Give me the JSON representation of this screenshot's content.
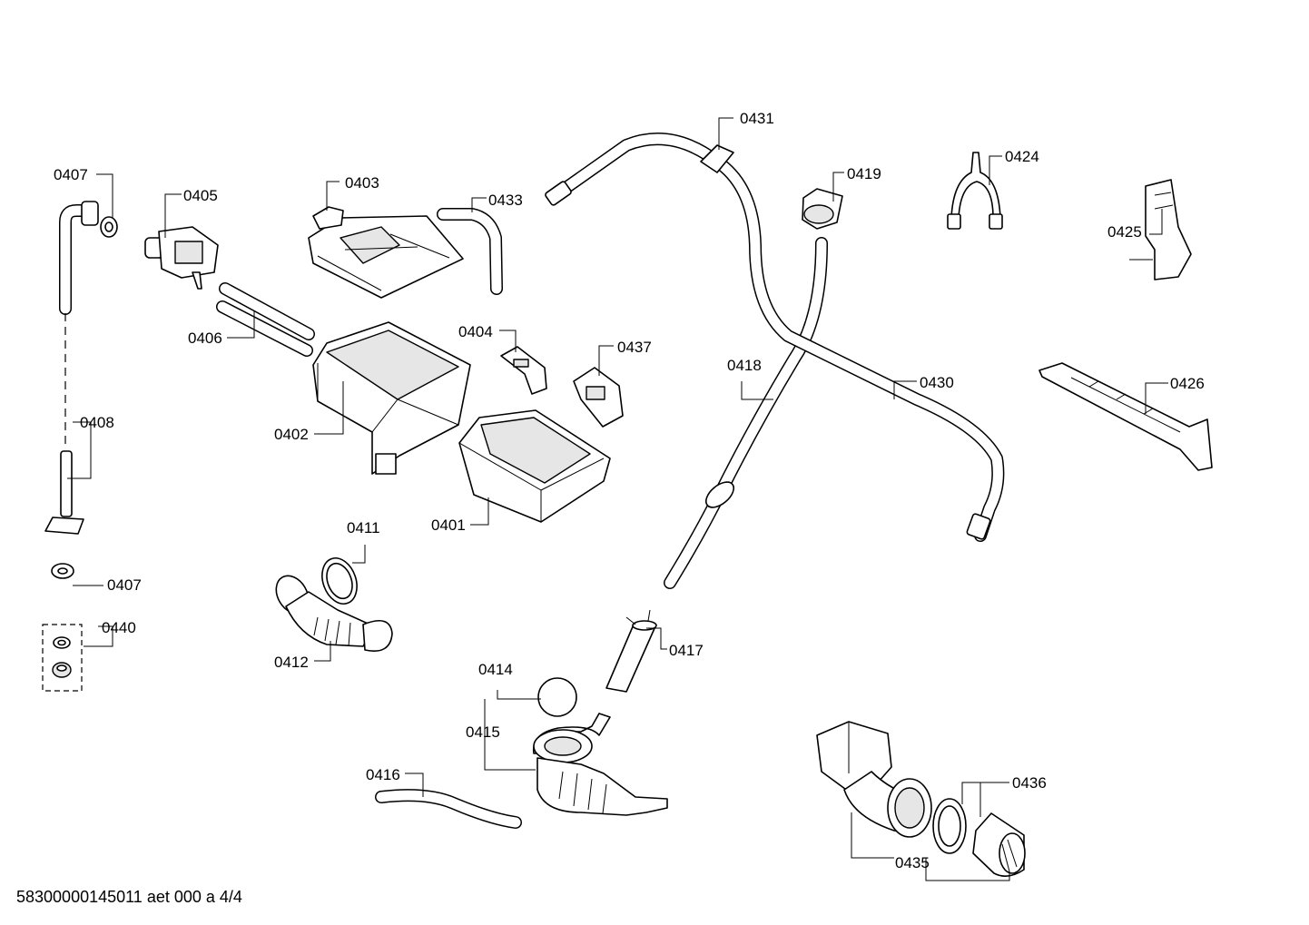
{
  "diagram": {
    "labels": {
      "l0407a": "0407",
      "l0405": "0405",
      "l0403": "0403",
      "l0433": "0433",
      "l0431": "0431",
      "l0419": "0419",
      "l0424": "0424",
      "l0425": "0425",
      "l0406": "0406",
      "l0404": "0404",
      "l0437": "0437",
      "l0418": "0418",
      "l0430": "0430",
      "l0426": "0426",
      "l0408": "0408",
      "l0402": "0402",
      "l0401": "0401",
      "l0411": "0411",
      "l0407b": "0407",
      "l0440": "0440",
      "l0412": "0412",
      "l0417": "0417",
      "l0414": "0414",
      "l0415": "0415",
      "l0416": "0416",
      "l0436": "0436",
      "l0435": "0435"
    }
  },
  "footer": {
    "document_id": "58300000145011 aet 000 a 4/4"
  }
}
